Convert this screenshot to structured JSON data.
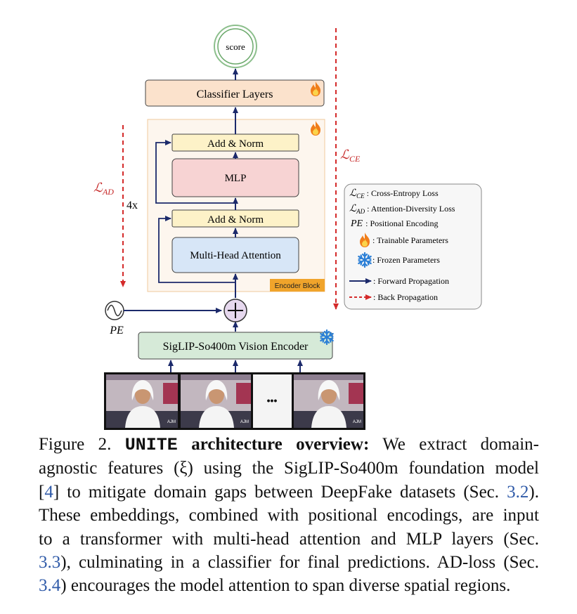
{
  "diagram": {
    "score_label": "score",
    "classifier_label": "Classifier Layers",
    "add_norm_top_label": "Add & Norm",
    "mlp_label": "MLP",
    "add_norm_bottom_label": "Add & Norm",
    "mha_label": "Multi-Head Attention",
    "encoder_block_label": "Encoder Block",
    "repeat_label": "4x",
    "lad_label": "ℒ",
    "lad_sub": "AD",
    "lce_label": "ℒ",
    "lce_sub": "CE",
    "pe_label": "PE",
    "vision_encoder_label": "SigLIP-So400m Vision Encoder",
    "frames_ellipsis": "•••",
    "frame_logo": "AJM",
    "legend": {
      "lce_sym": "ℒ",
      "lce_sub": "CE",
      "lce_desc": ": Cross-Entropy Loss",
      "lad_sym": "ℒ",
      "lad_sub": "AD",
      "lad_desc": ": Attention-Diversity Loss",
      "pe_sym": "PE",
      "pe_desc": ": Positional Encoding",
      "trainable_desc": ": Trainable Parameters",
      "frozen_desc": ": Frozen Parameters",
      "forward_desc": ": Forward Propagation",
      "back_desc": ": Back Propagation"
    },
    "colors": {
      "arrow": "#1c2a6b",
      "dashed": "#d42a2a",
      "classifier_fill": "#fbe2cc",
      "addnorm_fill": "#fdf2c8",
      "mlp_fill": "#f7d3d3",
      "mha_fill": "#d7e6f7",
      "encoder_block_fill": "#fdf6ee",
      "encoder_label_fill": "#f0a42b",
      "vision_fill": "#d6ead8",
      "plus_fill": "#e6d8ee",
      "score_ring": "#6aa86a"
    },
    "icons": [
      "flame-icon",
      "snowflake-icon",
      "sine-wave-icon"
    ]
  },
  "caption": {
    "l1_a": "Figure 2. ",
    "l1_name": "UNITE",
    "l1_b": " architecture overview:",
    "l1_c": " We extract domain-",
    "l2": "agnostic features (ξ) using the SigLIP-So400m foundation model",
    "l3_a": "[",
    "l3_ref1": "4",
    "l3_b": "] to mitigate domain gaps between DeepFake datasets (Sec. ",
    "l3_ref2": "3.2",
    "l3_c": ").",
    "l4": "These embeddings, combined with positional encodings, are input",
    "l5": "to a transformer with multi-head attention and MLP layers (Sec.",
    "l6_ref": "3.3",
    "l6_b": "), culminating in a classifier for final predictions. AD-loss (Sec.",
    "l7_ref": "3.4",
    "l7_b": ") encourages the model attention to span diverse spatial regions."
  }
}
